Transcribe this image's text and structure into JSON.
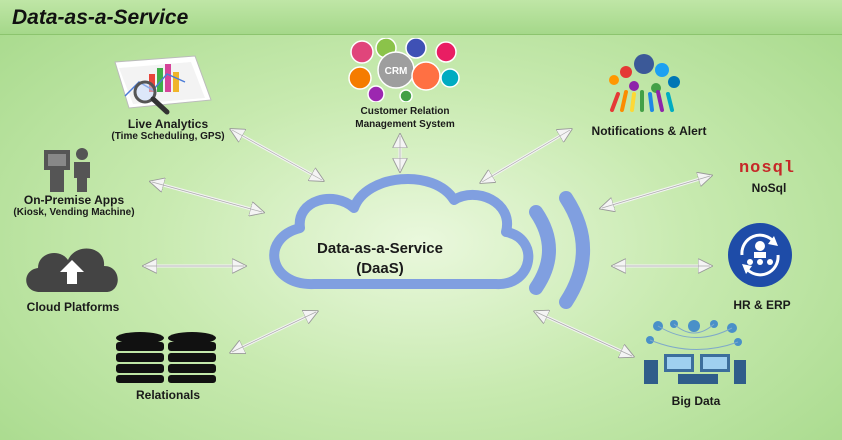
{
  "title": "Data-as-a-Service",
  "center": {
    "line1": "Data-as-a-Service",
    "line2": "(DaaS)"
  },
  "nodes": {
    "live_analytics": {
      "label": "Live Analytics",
      "sub": "(Time Scheduling, GPS)"
    },
    "crm": {
      "label": "Customer Relation",
      "sub": "Management System",
      "badge": "CRM"
    },
    "notifications": {
      "label": "Notifications & Alert"
    },
    "on_premise": {
      "label": "On-Premise Apps",
      "sub": "(Kiosk, Vending Machine)"
    },
    "nosql": {
      "label": "NoSql",
      "logo": "nosql"
    },
    "cloud_platforms": {
      "label": "Cloud Platforms"
    },
    "hr_erp": {
      "label": "HR & ERP"
    },
    "relationals": {
      "label": "Relationals"
    },
    "big_data": {
      "label": "Big Data"
    }
  },
  "colors": {
    "cloud": "#7f9fe0",
    "arrow": "#eeeeee",
    "title_bg": "#b3df98"
  }
}
